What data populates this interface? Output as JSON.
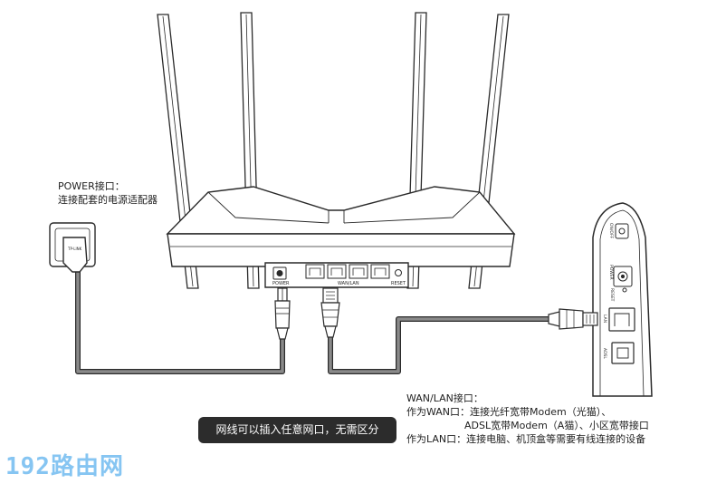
{
  "power_label": {
    "line1": "POWER接口：",
    "line2": "连接配套的电源适配器"
  },
  "wanlan_label": {
    "title": "WAN/LAN接口：",
    "wan_line1": "作为WAN口：连接光纤宽带Modem（光猫）、",
    "wan_line2": "ADSL宽带Modem（A猫）、小区宽带接口",
    "lan_line": "作为LAN口：连接电脑、机顶盒等需要有线连接的设备"
  },
  "note": "网线可以插入任意网口，无需区分",
  "watermark": "192路由网",
  "router_ports": {
    "power": "POWER",
    "wanlan": "WAN/LAN",
    "reset": "RESET"
  },
  "modem_ports": {
    "onoff": "ON/OFF",
    "power": "POWER",
    "reset": "RESET",
    "lan": "LAN",
    "adsl": "ADSL"
  },
  "adapter_brand": "TP-LINK",
  "colors": {
    "cable": "#8a8a8a",
    "outline": "#2a2a2a",
    "note_bg": "#2c2c2c",
    "watermark": "#86c5f2"
  }
}
